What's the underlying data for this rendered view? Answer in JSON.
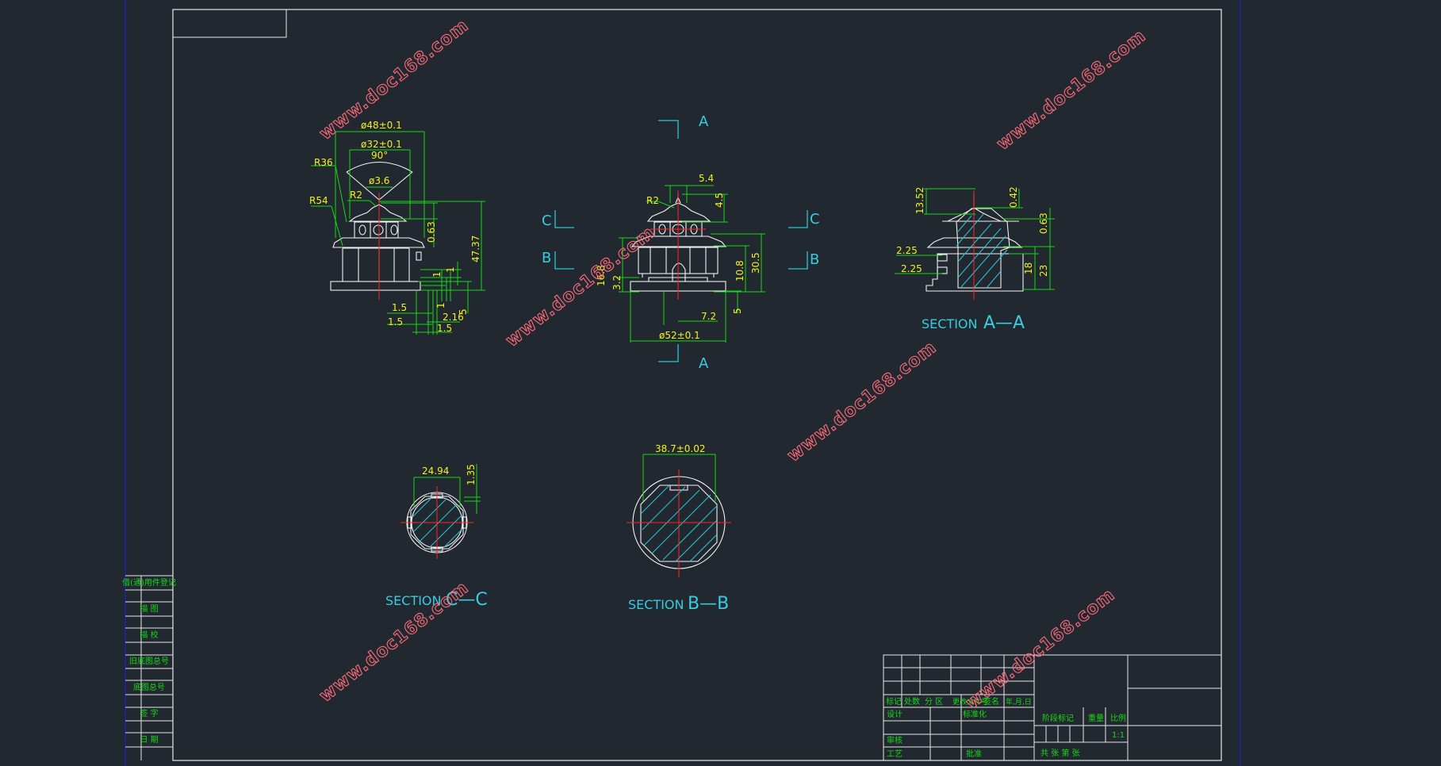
{
  "colors": {
    "background": "#212830",
    "geometry": "#f2f2f2",
    "dimension_line": "#16d916",
    "dimension_text": "#f2f21c",
    "section_label": "#36cde0",
    "centerline": "#ff2323",
    "hatch": "#27c8d8",
    "watermark": "#ff6a78",
    "sheet_edge": "#1e22c8"
  },
  "watermark_text": "www.doc168.com",
  "front_view": {
    "dims": {
      "d48": "ø48±0.1",
      "d32": "ø32±0.1",
      "a90": "90°",
      "d36": "ø3.6",
      "r36": "R36",
      "r54": "R54",
      "r2": "R2",
      "v063": "0.63",
      "v4737": "47.37",
      "v1a": "1",
      "v1b": "1",
      "v1c": "1",
      "v5": "5",
      "v15a": "1.5",
      "v15b": "1.5",
      "v15c": "1.5",
      "v216": "2.16"
    }
  },
  "middle_view": {
    "dims": {
      "v54": "5.4",
      "r2": "R2",
      "v45": "4.5",
      "v168": "16.8",
      "v32": "3.2",
      "v108": "10.8",
      "v305": "30.5",
      "v5": "5",
      "v72": "7.2",
      "d52": "ø52±0.1"
    },
    "marks": {
      "a_top": "A",
      "a_bottom": "A",
      "c_left": "C",
      "c_right": "C",
      "b_left": "B",
      "b_right": "B"
    }
  },
  "section_aa": {
    "label_prefix": "SECTION",
    "label_name": "A—A",
    "dims": {
      "v1352": "13.52",
      "v042": "0.42",
      "v063": "0.63",
      "v225a": "2.25",
      "v225b": "2.25",
      "v18": "18",
      "v23": "23"
    }
  },
  "section_cc": {
    "label_prefix": "SECTION",
    "label_name": "C—C",
    "dims": {
      "v2494": "24.94",
      "v135": "1.35"
    }
  },
  "section_bb": {
    "label_prefix": "SECTION",
    "label_name": "B—B",
    "dims": {
      "v387": "38.7±0.02"
    }
  },
  "left_strip": [
    "借(通)用件登记",
    "描 图",
    "描 校",
    "旧底图总号",
    "底图总号",
    "签 字",
    "日 期"
  ],
  "title_block": {
    "header": [
      "标记",
      "处数",
      "分 区",
      "更改文件号",
      "签名",
      "年,月,日"
    ],
    "design": "设计",
    "standard": "标准化",
    "review": "审核",
    "process": "工艺",
    "approve": "批准",
    "stage_mark": "阶段标记",
    "weight": "重量",
    "scale": "比例",
    "scale_value": "1:1",
    "sheets": "共 张 第 张"
  }
}
